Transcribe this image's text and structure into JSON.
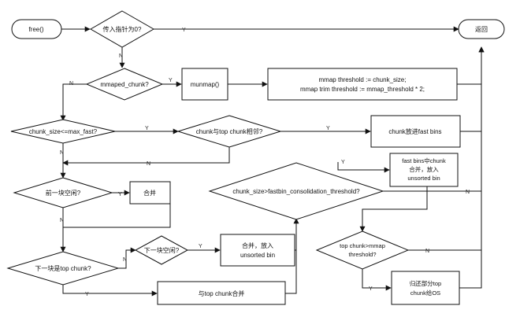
{
  "nodes": {
    "start": "free()",
    "end": "返回",
    "d_null": "传入指针为0?",
    "d_mmaped": "mmaped_chunk?",
    "munmap": "munmap()",
    "mmap_thr": [
      "mmap threshold := chunk_size;",
      "mmap trim threshold := mmap_threshold * 2;"
    ],
    "d_fast": "chunk_size<=max_fast?",
    "d_top_adj": "chunk与top chunk相邻?",
    "to_fastbins": "chunk放进fast bins",
    "merge_fast": [
      "fast bins中chunk",
      "合并，放入",
      "unsorted bin"
    ],
    "d_consol": "chunk_size>fastbin_consolidation_threshold?",
    "d_prev_free": "前一块空闲?",
    "merge1": "合并",
    "d_next_top": "下一块是top chunk?",
    "d_next_free": "下一块空闲?",
    "merge_unsorted": [
      "合并，放入",
      "unsorted bin"
    ],
    "merge_top": "与top chunk合并",
    "d_top_mmap": [
      "top chunk>mmap",
      "threshold?"
    ],
    "return_os": [
      "归还部分top",
      "chunk给OS"
    ]
  },
  "edges": {
    "yes": "Y",
    "no": "N"
  }
}
